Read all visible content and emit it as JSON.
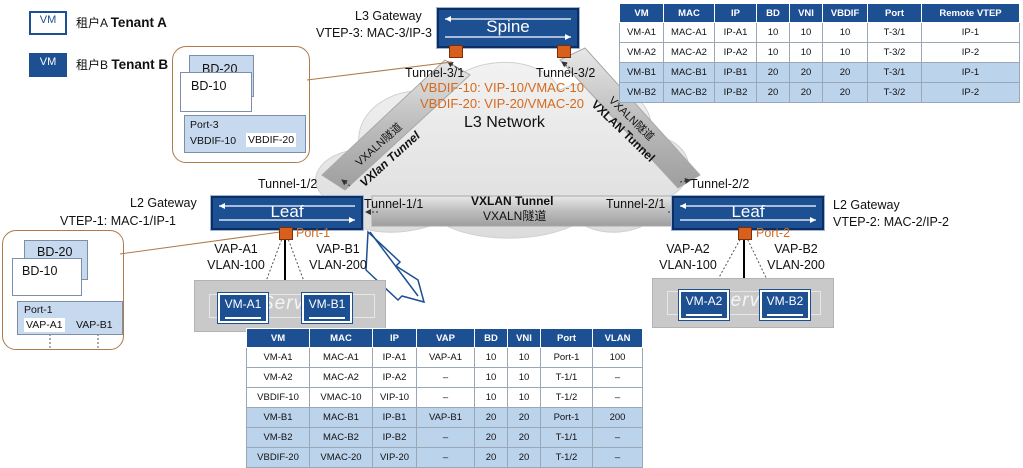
{
  "legend": {
    "tenant_a_icon": "VM",
    "tenant_a_cn": "租户A",
    "tenant_a_en": "Tenant A",
    "tenant_b_icon": "VM",
    "tenant_b_cn": "租户B",
    "tenant_b_en": "Tenant B"
  },
  "spine": {
    "name": "Spine",
    "gateway_title": "L3 Gateway",
    "gateway_vtep": "VTEP-3: MAC-3/IP-3",
    "tunnel_left": "Tunnel-3/1",
    "tunnel_right": "Tunnel-3/2",
    "vbdif10_line": "VBDIF-10: VIP-10/VMAC-10",
    "vbdif20_line": "VBDIF-20: VIP-20/VMAC-20",
    "bd_back": "BD-20",
    "bd_front": "BD-10",
    "port_label": "Port-3",
    "subif_a": "VBDIF-10",
    "subif_b": "VBDIF-20"
  },
  "network": {
    "label": "L3 Network",
    "tunnel_left_cn": "VXALN隧道",
    "tunnel_left_en": "VXlan Tunnel",
    "tunnel_right_cn": "VXALN隧道",
    "tunnel_right_en": "VXLAN Tunnel",
    "tunnel_bottom_en": "VXLAN Tunnel",
    "tunnel_bottom_cn": "VXALN隧道"
  },
  "leaf1": {
    "name": "Leaf",
    "gateway_title": "L2 Gateway",
    "gateway_vtep": "VTEP-1: MAC-1/IP-1",
    "tunnel_up": "Tunnel-1/2",
    "tunnel_right": "Tunnel-1/1",
    "port": "Port-1",
    "vap_a": "VAP-A1",
    "vlan_a": "VLAN-100",
    "vap_b": "VAP-B1",
    "vlan_b": "VLAN-200",
    "vm_a": "VM-A1",
    "vm_b": "VM-B1",
    "server_word": "Server",
    "bd_back": "BD-20",
    "bd_front": "BD-10",
    "port_label": "Port-1",
    "subif_a": "VAP-A1",
    "subif_b": "VAP-B1"
  },
  "leaf2": {
    "name": "Leaf",
    "gateway_title": "L2 Gateway",
    "gateway_vtep": "VTEP-2: MAC-2/IP-2",
    "tunnel_up": "Tunnel-2/2",
    "tunnel_left": "Tunnel-2/1",
    "port": "Port-2",
    "vap_a": "VAP-A2",
    "vlan_a": "VLAN-100",
    "vap_b": "VAP-B2",
    "vlan_b": "VLAN-200",
    "vm_a": "VM-A2",
    "vm_b": "VM-B2",
    "server_word": "Server"
  },
  "spine_table": {
    "headers": [
      "VM",
      "MAC",
      "IP",
      "BD",
      "VNI",
      "VBDIF",
      "Port",
      "Remote VTEP"
    ],
    "rows": [
      [
        "VM-A1",
        "MAC-A1",
        "IP-A1",
        "10",
        "10",
        "10",
        "T-3/1",
        "IP-1"
      ],
      [
        "VM-A2",
        "MAC-A2",
        "IP-A2",
        "10",
        "10",
        "10",
        "T-3/2",
        "IP-2"
      ],
      [
        "VM-B1",
        "MAC-B1",
        "IP-B1",
        "20",
        "20",
        "20",
        "T-3/1",
        "IP-1"
      ],
      [
        "VM-B2",
        "MAC-B2",
        "IP-B2",
        "20",
        "20",
        "20",
        "T-3/2",
        "IP-2"
      ]
    ]
  },
  "leaf_table": {
    "headers": [
      "VM",
      "MAC",
      "IP",
      "VAP",
      "BD",
      "VNI",
      "Port",
      "VLAN"
    ],
    "rows": [
      [
        "VM-A1",
        "MAC-A1",
        "IP-A1",
        "VAP-A1",
        "10",
        "10",
        "Port-1",
        "100"
      ],
      [
        "VM-A2",
        "MAC-A2",
        "IP-A2",
        "–",
        "10",
        "10",
        "T-1/1",
        "–"
      ],
      [
        "VBDIF-10",
        "VMAC-10",
        "VIP-10",
        "–",
        "10",
        "10",
        "T-1/2",
        "–"
      ],
      [
        "VM-B1",
        "MAC-B1",
        "IP-B1",
        "VAP-B1",
        "20",
        "20",
        "Port-1",
        "200"
      ],
      [
        "VM-B2",
        "MAC-B2",
        "IP-B2",
        "–",
        "20",
        "20",
        "T-1/1",
        "–"
      ],
      [
        "VBDIF-20",
        "VMAC-20",
        "VIP-20",
        "–",
        "20",
        "20",
        "T-1/2",
        "–"
      ]
    ]
  }
}
